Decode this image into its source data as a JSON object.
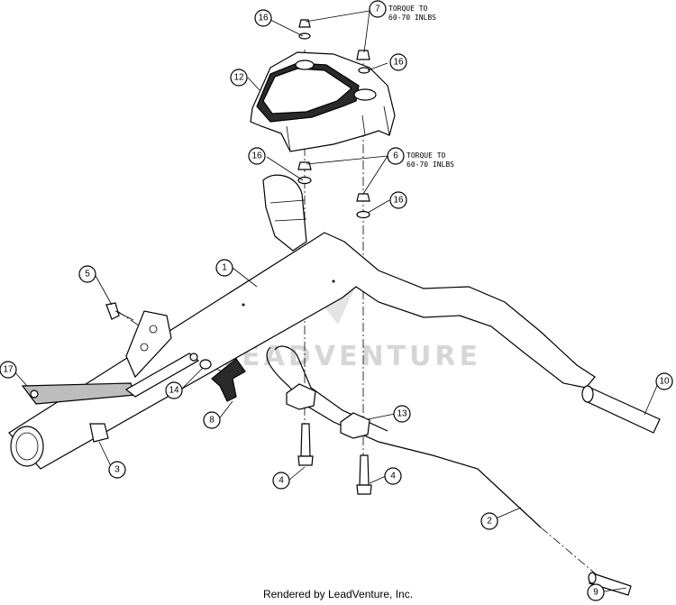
{
  "notes": {
    "torque_top_line1": "TORQUE TO",
    "torque_top_line2": "60-70 INLBS",
    "torque_mid_line1": "TORQUE TO",
    "torque_mid_line2": "60-70 INLBS"
  },
  "watermark": "LEADVENTURE",
  "footer": "Rendered by LeadVenture, Inc.",
  "callouts": {
    "c16a": "16",
    "c7": "7",
    "c16b": "16",
    "c12": "12",
    "c16c": "16",
    "c6": "6",
    "c16d": "16",
    "c1": "1",
    "c5": "5",
    "c17": "17",
    "c14": "14",
    "c8": "8",
    "c3": "3",
    "c4a": "4",
    "c4b": "4",
    "c13": "13",
    "c10": "10",
    "c2": "2",
    "c9": "9"
  }
}
